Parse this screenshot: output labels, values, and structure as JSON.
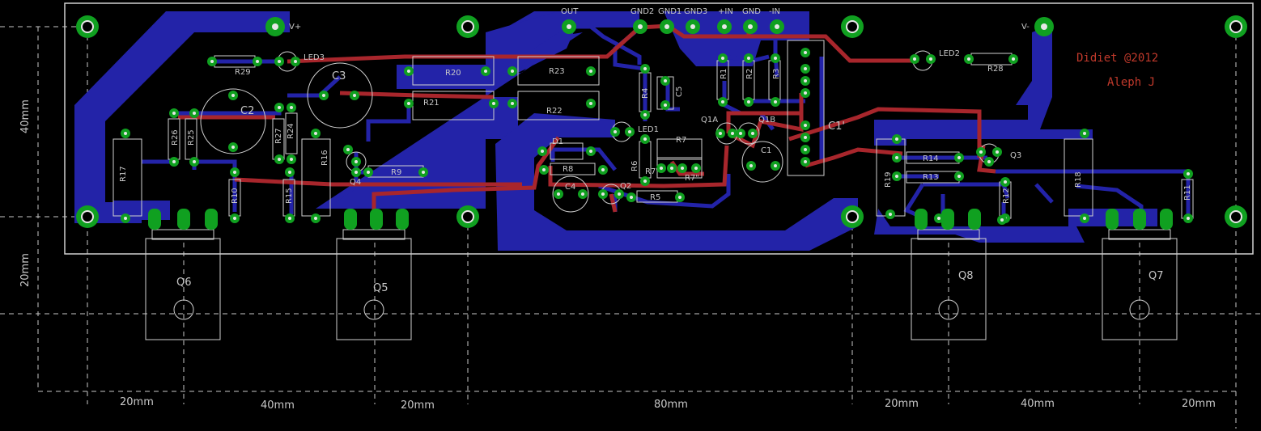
{
  "colors": {
    "background": "#000000",
    "bottom_copper": "#2323a8",
    "top_copper": "#a8262c",
    "pad": "#10a020",
    "pad_hole": "#e6e6e6",
    "silkscreen": "#d0d0d0",
    "dimension": "#c8c8c8"
  },
  "connectors": {
    "out": "OUT",
    "gnd2": "GND2",
    "gnd1": "GND1",
    "gnd3": "GND3",
    "plus_in": "+IN",
    "gnd": "GND",
    "minus_in": "-IN",
    "v_plus": "V+",
    "v_minus": "V-"
  },
  "credits": {
    "line1": "Didiet @2012",
    "line2": "Aleph J"
  },
  "dimensions": {
    "vertical": [
      "40mm",
      "20mm"
    ],
    "horizontal": [
      "20mm",
      "40mm",
      "20mm",
      "80mm",
      "20mm",
      "40mm",
      "20mm"
    ]
  },
  "parts": {
    "LED3": "LED3",
    "R29": "R29",
    "C3": "C3",
    "C2": "C2",
    "R26": "R26",
    "R25": "R25",
    "R17": "R17",
    "R27": "R27",
    "R24": "R24",
    "R16": "R16",
    "R10": "R10",
    "R15": "R15",
    "Q4": "Q4",
    "R9": "R9",
    "R20": "R20",
    "R23": "R23",
    "R21": "R21",
    "R22": "R22",
    "R4": "R4",
    "C5": "C5",
    "LED1": "LED1",
    "R7": "R7",
    "R6": "R6",
    "R7b": "R7'",
    "R7c": "R7\"",
    "D1": "D1",
    "R8": "R8",
    "C4": "C4",
    "Q2": "Q2",
    "R5": "R5",
    "R1": "R1",
    "R2": "R2",
    "R3": "R3",
    "Q1A": "Q1A",
    "Q1B": "Q1B",
    "C1": "C1",
    "C1p": "C1'",
    "LED2": "LED2",
    "R28": "R28",
    "R14": "R14",
    "R13": "R13",
    "Q3": "Q3",
    "R19": "R19",
    "R18": "R18",
    "R12": "R12",
    "R11": "R11",
    "Q6": "Q6",
    "Q5": "Q5",
    "Q8": "Q8",
    "Q7": "Q7"
  }
}
